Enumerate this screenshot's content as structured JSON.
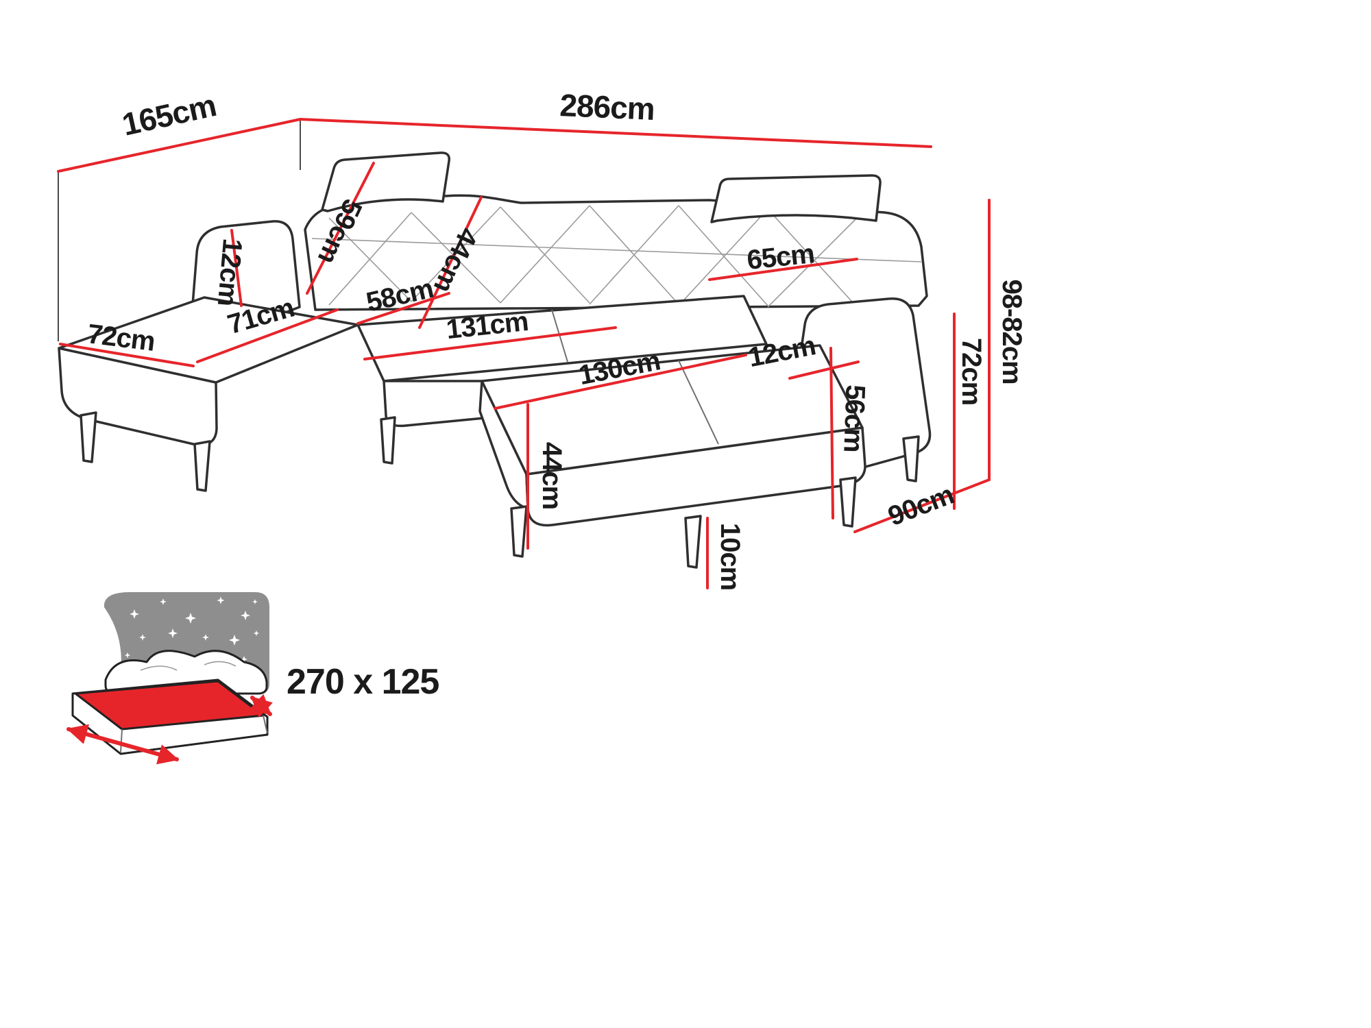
{
  "colors": {
    "dimension_line": "#e6252b",
    "outline": "#2f2f2f",
    "icon_gray": "#8e8e8e",
    "mattress_red": "#e6252b",
    "label_text": "#1b1b1b",
    "background": "#ffffff"
  },
  "dimensions": {
    "left_depth": "165cm",
    "total_width": "286cm",
    "left_armrest_width": "12cm",
    "backrest_height_left": "59cm",
    "backrest_height_mid": "44cm",
    "corner_seat_width": "58cm",
    "left_chaise_length": "71cm",
    "left_chaise_width": "72cm",
    "middle_seat_width": "131cm",
    "right_backrest_width": "65cm",
    "right_chaise_length": "130cm",
    "right_armrest_width": "12cm",
    "right_armrest_height": "56cm",
    "seat_front_height": "44cm",
    "leg_height": "10cm",
    "right_depth": "90cm",
    "side_height": "72cm",
    "total_height": "98-82cm"
  },
  "sleeping_area": {
    "label": "270 x 125"
  }
}
